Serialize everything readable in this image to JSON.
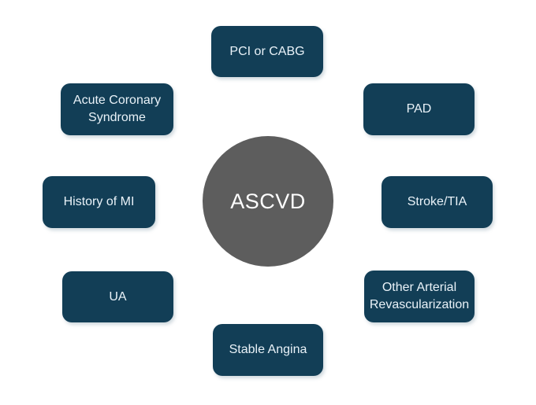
{
  "diagram": {
    "title": "ASCVD conditions diagram",
    "colors": {
      "box_fill": "#123e56",
      "box_text": "#e9f2f8",
      "circle_fill": "#5d5d5d",
      "circle_text": "#ffffff",
      "background": "#ffffff"
    },
    "center": {
      "label": "ASCVD"
    },
    "nodes": [
      {
        "id": "pci-or-cabg",
        "label": "PCI or CABG",
        "position": "top"
      },
      {
        "id": "acute-coronary-syndrome",
        "label": "Acute Coronary Syndrome",
        "position": "top-left"
      },
      {
        "id": "pad",
        "label": "PAD",
        "position": "top-right"
      },
      {
        "id": "history-of-mi",
        "label": "History of MI",
        "position": "left"
      },
      {
        "id": "stroke-tia",
        "label": "Stroke/TIA",
        "position": "right"
      },
      {
        "id": "ua",
        "label": "UA",
        "position": "bottom-left"
      },
      {
        "id": "other-arterial-revascularization",
        "label": "Other Arterial Revascularization",
        "position": "bottom-right"
      },
      {
        "id": "stable-angina",
        "label": "Stable Angina",
        "position": "bottom"
      }
    ]
  }
}
